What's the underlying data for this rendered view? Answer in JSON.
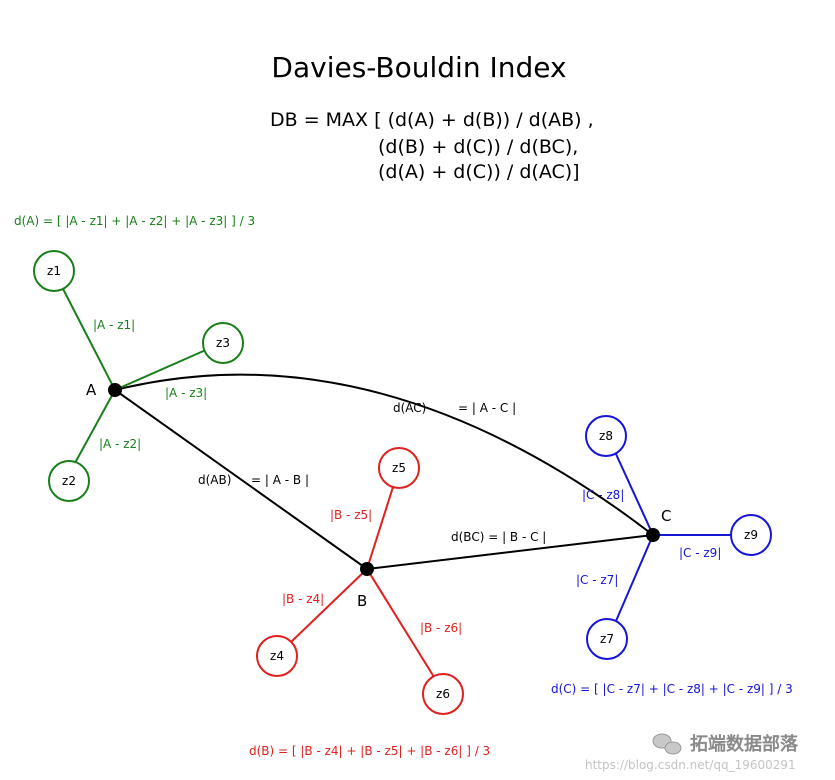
{
  "title": "Davies-Bouldin Index",
  "formula": {
    "line1": "DB = MAX [ (d(A) + d(B)) / d(AB) ,",
    "line2": "(d(B) + d(C)) / d(BC),",
    "line3": "(d(A) + d(C)) / d(AC)]"
  },
  "colors": {
    "cluster_a": "#1a7f1a",
    "cluster_b": "#e01f1f",
    "cluster_c": "#1515d6",
    "centroid_links": "#000000"
  },
  "centroids": {
    "a": "A",
    "b": "B",
    "c": "C"
  },
  "points": {
    "z1": "z1",
    "z2": "z2",
    "z3": "z3",
    "z4": "z4",
    "z5": "z5",
    "z6": "z6",
    "z7": "z7",
    "z8": "z8",
    "z9": "z9"
  },
  "edge_labels": {
    "a_z1": "|A - z1|",
    "a_z2": "|A - z2|",
    "a_z3": "|A - z3|",
    "b_z4": "|B - z4|",
    "b_z5": "|B - z5|",
    "b_z6": "|B - z6|",
    "c_z7": "|C - z7|",
    "c_z8": "|C - z8|",
    "c_z9": "|C - z9|",
    "ab_name": "d(AB)",
    "ab_def": "= | A - B |",
    "ac_name": "d(AC)",
    "ac_def": "= | A - C |",
    "bc": "d(BC) = | B - C |"
  },
  "cluster_formulas": {
    "a": "d(A) = [ |A - z1| + |A - z2| + |A - z3| ] / 3",
    "b": "d(B) = [ |B - z4| + |B - z5| + |B - z6| ] / 3",
    "c": "d(C) = [ |C - z7| + |C - z8| + |C - z9| ] / 3"
  },
  "watermark": {
    "brand_icon": "wechat-icon",
    "brand": "拓端数据部落",
    "url": "https://blog.csdn.net/qq_19600291"
  }
}
